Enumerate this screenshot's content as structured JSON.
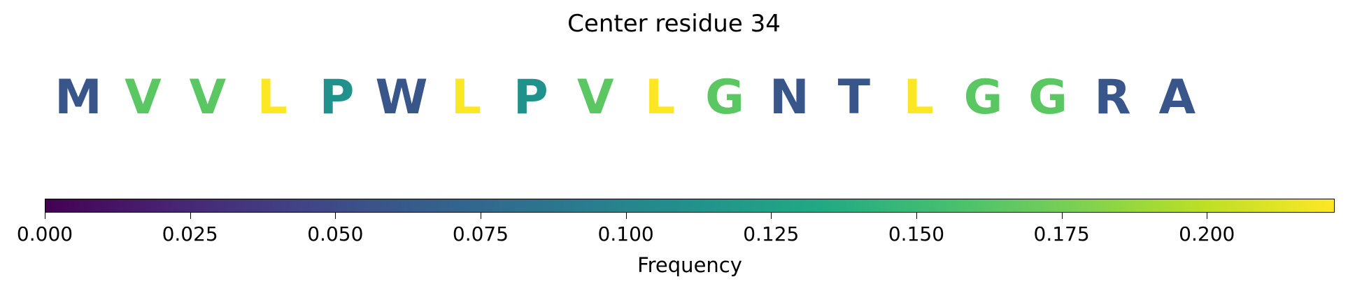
{
  "chart_data": {
    "type": "heatmap",
    "title": "Center residue 34",
    "residues": [
      {
        "letter": "M",
        "frequency": 0.059
      },
      {
        "letter": "V",
        "frequency": 0.165
      },
      {
        "letter": "V",
        "frequency": 0.165
      },
      {
        "letter": "L",
        "frequency": 0.222
      },
      {
        "letter": "P",
        "frequency": 0.111
      },
      {
        "letter": "W",
        "frequency": 0.059
      },
      {
        "letter": "L",
        "frequency": 0.222
      },
      {
        "letter": "P",
        "frequency": 0.111
      },
      {
        "letter": "V",
        "frequency": 0.165
      },
      {
        "letter": "L",
        "frequency": 0.222
      },
      {
        "letter": "G",
        "frequency": 0.165
      },
      {
        "letter": "N",
        "frequency": 0.059
      },
      {
        "letter": "T",
        "frequency": 0.059
      },
      {
        "letter": "L",
        "frequency": 0.222
      },
      {
        "letter": "G",
        "frequency": 0.165
      },
      {
        "letter": "G",
        "frequency": 0.165
      },
      {
        "letter": "R",
        "frequency": 0.059
      },
      {
        "letter": "A",
        "frequency": 0.059
      }
    ],
    "colorbar": {
      "label": "Frequency",
      "colormap": "viridis",
      "range": [
        0,
        0.222
      ],
      "ticks": [
        0,
        0.025,
        0.05,
        0.075,
        0.1,
        0.125,
        0.15,
        0.175,
        0.2
      ],
      "tick_labels": [
        "0.000",
        "0.025",
        "0.050",
        "0.075",
        "0.100",
        "0.125",
        "0.150",
        "0.175",
        "0.200"
      ]
    }
  }
}
